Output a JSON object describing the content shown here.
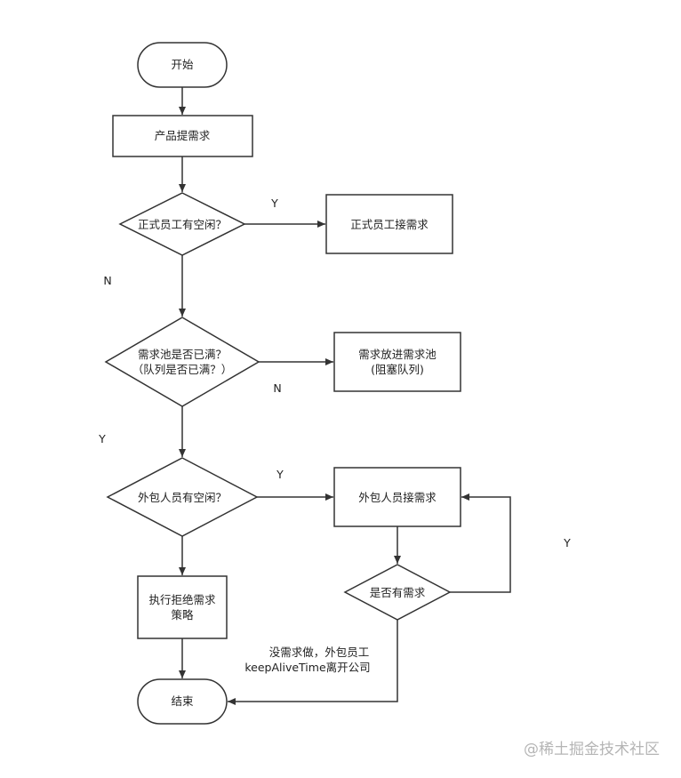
{
  "nodes": {
    "start": "开始",
    "product_request": "产品提需求",
    "fulltime_idle": "正式员工有空闲？",
    "fulltime_accept": "正式员工接需求",
    "pool_full_line1": "需求池是否已满？",
    "pool_full_line2": "（队列是否已满？）",
    "pool_put_line1": "需求放进需求池",
    "pool_put_line2": "(阻塞队列)",
    "outsource_idle": "外包人员有空闲？",
    "outsource_accept": "外包人员接需求",
    "has_request": "是否有需求",
    "reject_line1": "执行拒绝需求",
    "reject_line2": "策略",
    "end": "结束"
  },
  "edge_labels": {
    "fulltime_yes": "Y",
    "fulltime_no": "N",
    "pool_no": "N",
    "pool_yes": "Y",
    "outsource_yes": "Y",
    "loop_yes": "Y",
    "timeout_line1": "没需求做，外包员工",
    "timeout_line2": "keepAliveTime离开公司"
  },
  "watermark": "@稀土掘金技术社区"
}
